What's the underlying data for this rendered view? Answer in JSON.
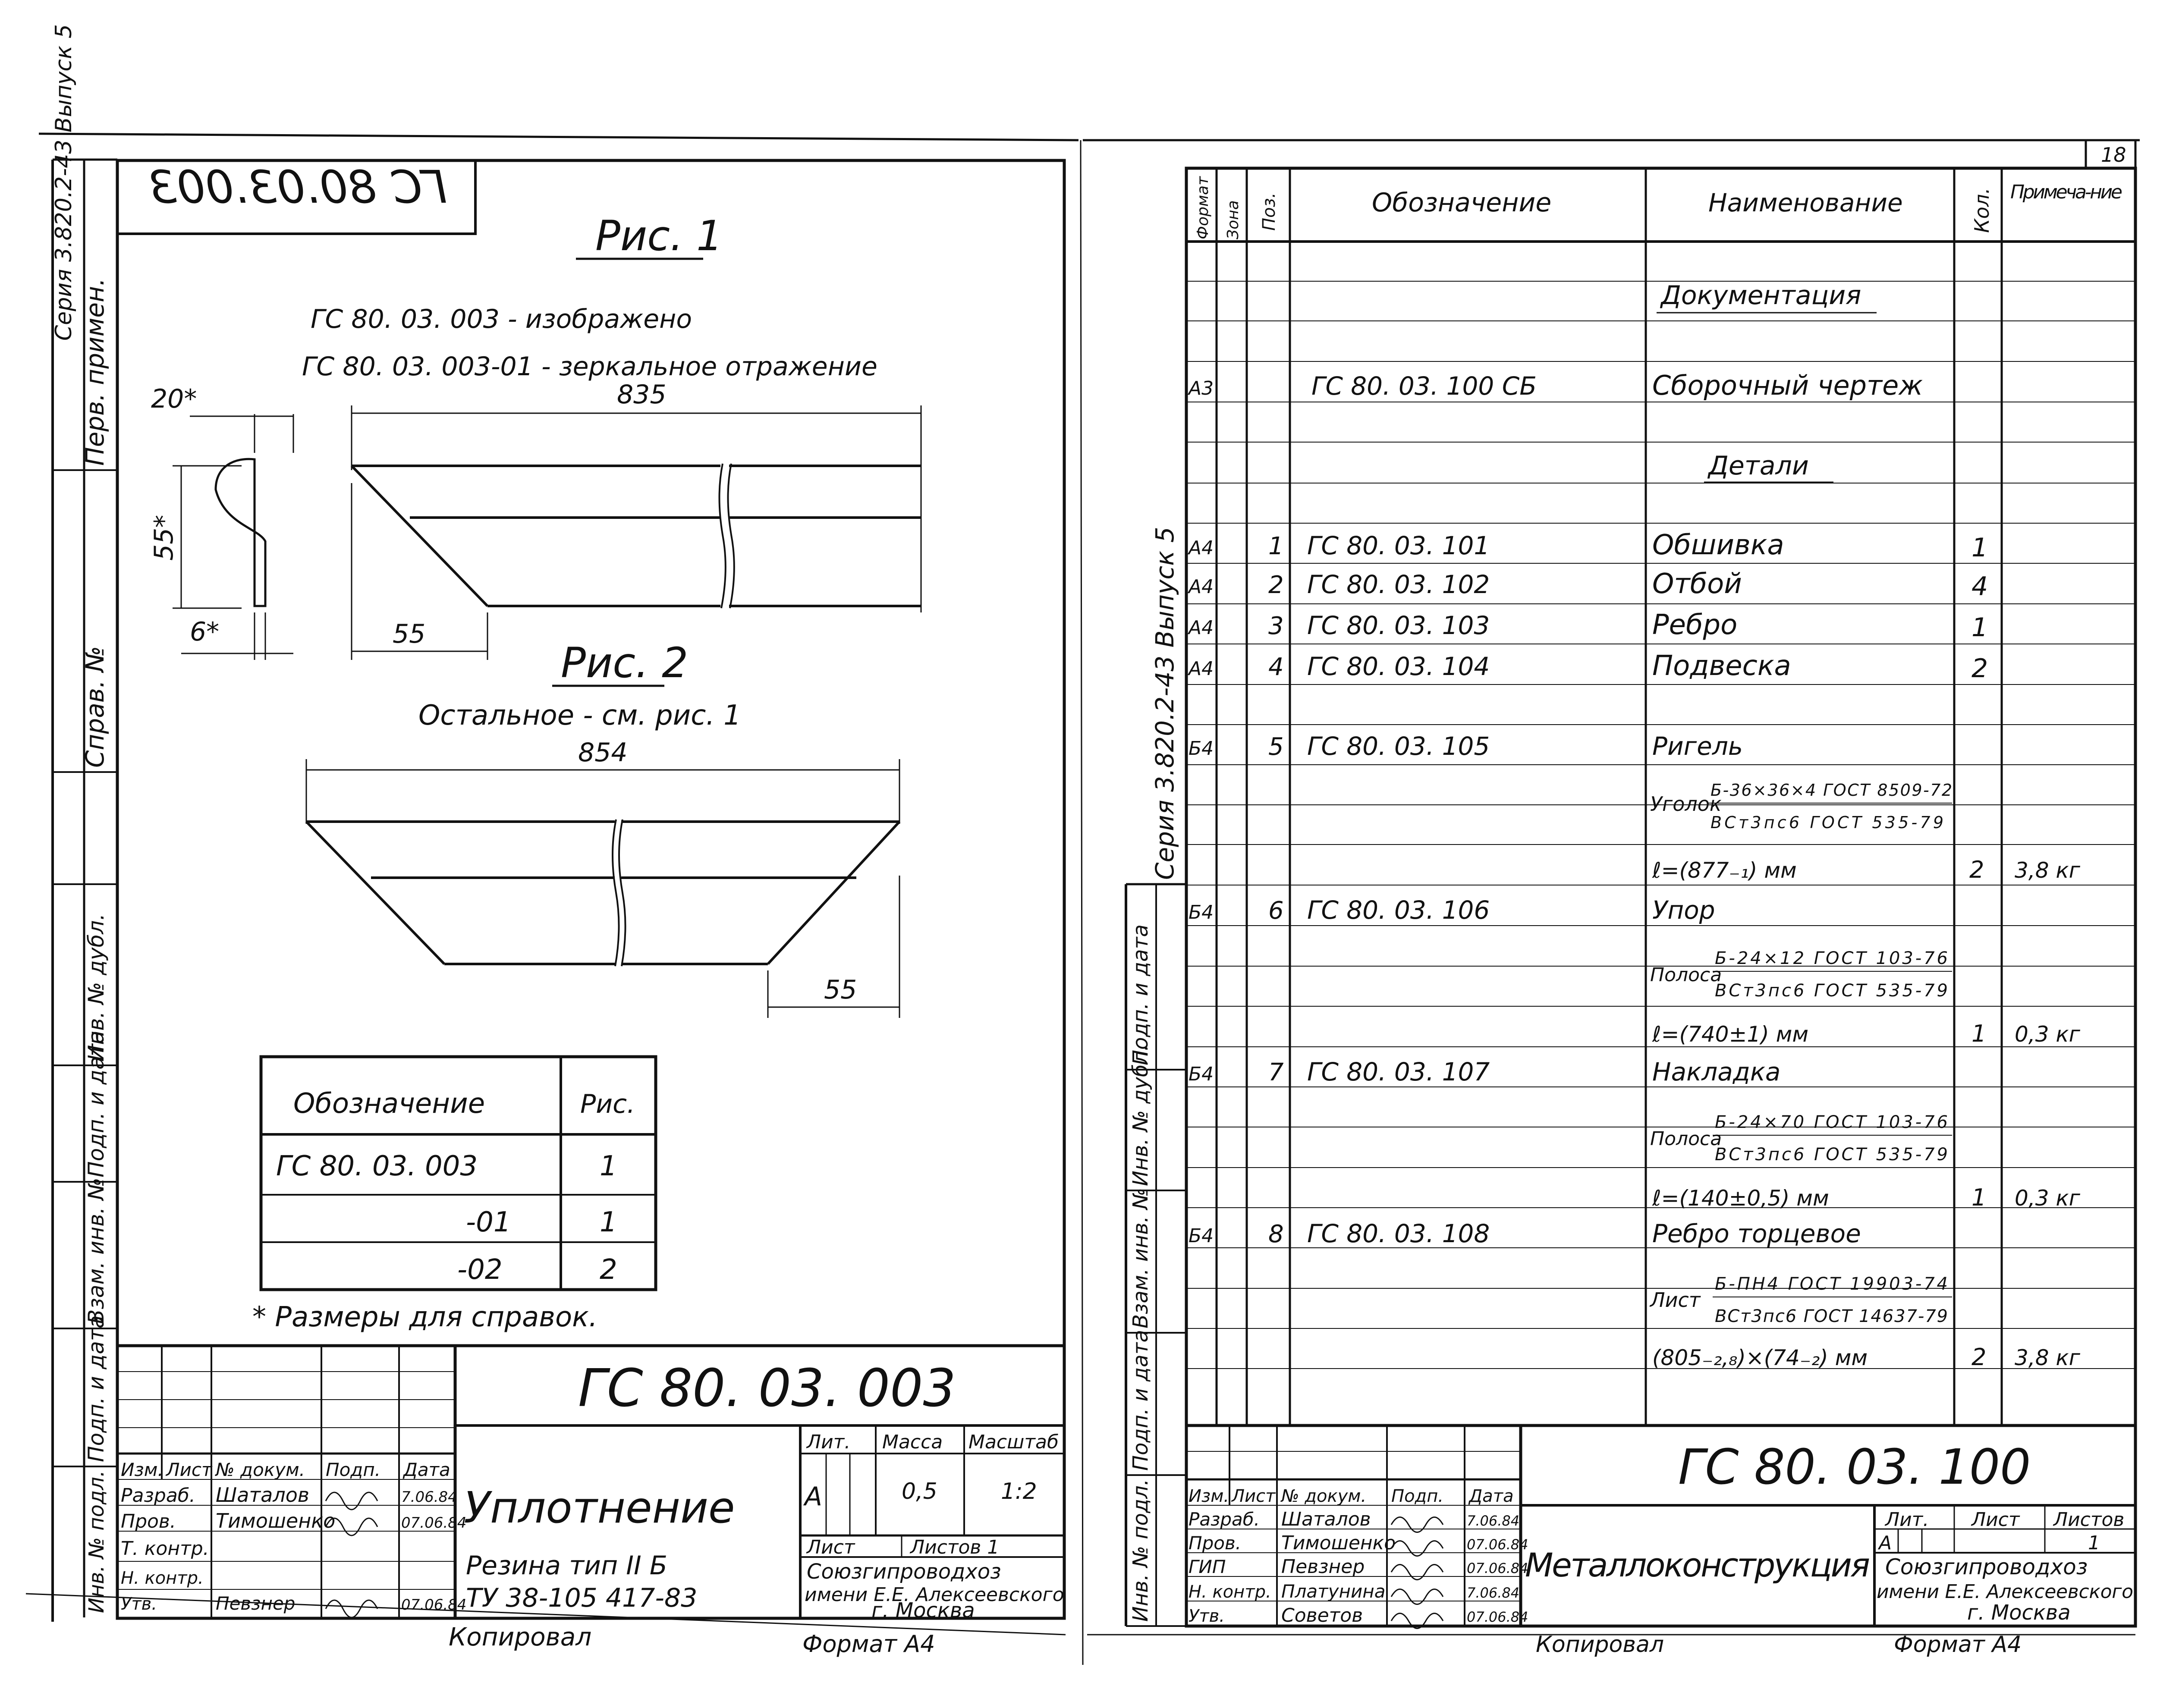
{
  "page_number": "18",
  "left_sheet": {
    "stamp_code_mirrored": "ГС 80.03.003",
    "side_labels": [
      "Перв. примен.",
      "Справ. №",
      "Инв. № дубл.",
      "Подп. и дата",
      "Взам. инв. №",
      "Подп. и дата",
      "Инв. № подл."
    ],
    "series_vertical": "Серия 3.820.2-43   Выпуск 5",
    "fig1_title": "Рис. 1",
    "fig1_note1": "ГС 80. 03. 003 - изображено",
    "fig1_note2": "ГС 80. 03. 003-01 - зеркальное отражение",
    "dim_20": "20*",
    "dim_835": "835",
    "dim_55v": "55*",
    "dim_6": "6*",
    "dim_55a": "55",
    "fig2_title": "Рис. 2",
    "fig2_note": "Остальное - см. рис. 1",
    "dim_854": "854",
    "dim_55b": "55",
    "table": {
      "headers": [
        "Обозначение",
        "Рис."
      ],
      "rows": [
        [
          "ГС 80. 03. 003",
          "1"
        ],
        [
          "-01",
          "1"
        ],
        [
          "-02",
          "2"
        ]
      ]
    },
    "footnote": "* Размеры для справок.",
    "title_block": {
      "code": "ГС 80. 03. 003",
      "col_headers": [
        "Изм.",
        "Лист",
        "№ докум.",
        "Подп.",
        "Дата"
      ],
      "roles": [
        "Разраб.",
        "Пров.",
        "Т. контр.",
        "Н. контр.",
        "Утв."
      ],
      "names": [
        "Шаталов",
        "Тимошенко",
        "",
        "",
        "Певзнер"
      ],
      "dates": [
        "7.06.84",
        "07.06.84",
        "",
        "",
        "07.06.84"
      ],
      "name": "Уплотнение",
      "lit_label": "Лит.",
      "mass_label": "Масса",
      "scale_label": "Масштаб",
      "lit": "А",
      "mass": "0,5",
      "scale": "1:2",
      "sheet_label": "Лист",
      "sheets_label": "Листов 1",
      "material_line1": "Резина тип II Б",
      "material_line2": "ТУ 38-105 417-83",
      "org_line1": "Союзгипроводхоз",
      "org_line2": "имени Е.Е. Алексеевского",
      "org_line3": "г. Москва",
      "copied": "Копировал",
      "format": "Формат А4"
    }
  },
  "right_sheet": {
    "spec_headers": [
      "Формат",
      "Зона",
      "Поз.",
      "Обозначение",
      "Наименование",
      "Кол.",
      "Примеча-ние"
    ],
    "section_docs": "Документация",
    "section_parts": "Детали",
    "rows": [
      {
        "fmt": "А3",
        "pos": "",
        "code": "ГС 80. 03. 100 СБ",
        "name": "Сборочный чертеж",
        "qty": "",
        "note": ""
      },
      {
        "fmt": "А4",
        "pos": "1",
        "code": "ГС 80. 03. 101",
        "name": "Обшивка",
        "qty": "1",
        "note": ""
      },
      {
        "fmt": "А4",
        "pos": "2",
        "code": "ГС 80. 03. 102",
        "name": "Отбой",
        "qty": "4",
        "note": ""
      },
      {
        "fmt": "А4",
        "pos": "3",
        "code": "ГС 80. 03. 103",
        "name": "Ребро",
        "qty": "1",
        "note": ""
      },
      {
        "fmt": "А4",
        "pos": "4",
        "code": "ГС 80. 03. 104",
        "name": "Подвеска",
        "qty": "2",
        "note": ""
      },
      {
        "fmt": "Б4",
        "pos": "5",
        "code": "ГС 80. 03. 105",
        "name": "Ригель",
        "qty": "",
        "note": ""
      },
      {
        "fmt": "Б4",
        "pos": "6",
        "code": "ГС 80. 03. 106",
        "name": "Упор",
        "qty": "",
        "note": ""
      },
      {
        "fmt": "Б4",
        "pos": "7",
        "code": "ГС 80. 03. 107",
        "name": "Накладка",
        "qty": "",
        "note": ""
      },
      {
        "fmt": "Б4",
        "pos": "8",
        "code": "ГС 80. 03. 108",
        "name": "Ребро торцевое",
        "qty": "",
        "note": ""
      }
    ],
    "mat5_prefix": "Уголок",
    "mat5_top": "Б-36×36×4 ГОСТ 8509-72",
    "mat5_bot": "ВСт3пс6 ГОСТ 535-79",
    "len5": "ℓ=(877₋₁) мм",
    "qty5": "2",
    "note5": "3,8 кг",
    "mat6_prefix": "Полоса",
    "mat6_top": "Б-24×12 ГОСТ 103-76",
    "mat6_bot": "ВСт3пс6 ГОСТ 535-79",
    "len6": "ℓ=(740±1) мм",
    "qty6": "1",
    "note6": "0,3 кг",
    "mat7_prefix": "Полоса",
    "mat7_top": "Б-24×70 ГОСТ 103-76",
    "mat7_bot": "ВСт3пс6 ГОСТ 535-79",
    "len7": "ℓ=(140±0,5) мм",
    "qty7": "1",
    "note7": "0,3 кг",
    "mat8_prefix": "Лист",
    "mat8_top": "Б-ПН4 ГОСТ 19903-74",
    "mat8_bot": "ВСт3пс6 ГОСТ 14637-79",
    "len8": "(805₋₂,₈)×(74₋₂) мм",
    "qty8": "2",
    "note8": "3,8 кг",
    "title_block": {
      "code": "ГС 80. 03. 100",
      "col_headers": [
        "Изм.",
        "Лист",
        "№ докум.",
        "Подп.",
        "Дата"
      ],
      "roles": [
        "Разраб.",
        "Пров.",
        "ГИП",
        "Н. контр.",
        "Утв."
      ],
      "names": [
        "Шаталов",
        "Тимошенко",
        "Певзнер",
        "Платунина",
        "Советов"
      ],
      "dates": [
        "7.06.84",
        "07.06.84",
        "07.06.84",
        "7.06.84",
        "07.06.84"
      ],
      "name": "Металлоконструкция",
      "lit_label": "Лит.",
      "sheet_label": "Лист",
      "sheets_label": "Листов",
      "lit": "А",
      "sheets": "1",
      "org_line1": "Союзгипроводхоз",
      "org_line2": "имени Е.Е. Алексеевского",
      "org_line3": "г. Москва",
      "copied": "Копировал",
      "format": "Формат А4"
    }
  }
}
